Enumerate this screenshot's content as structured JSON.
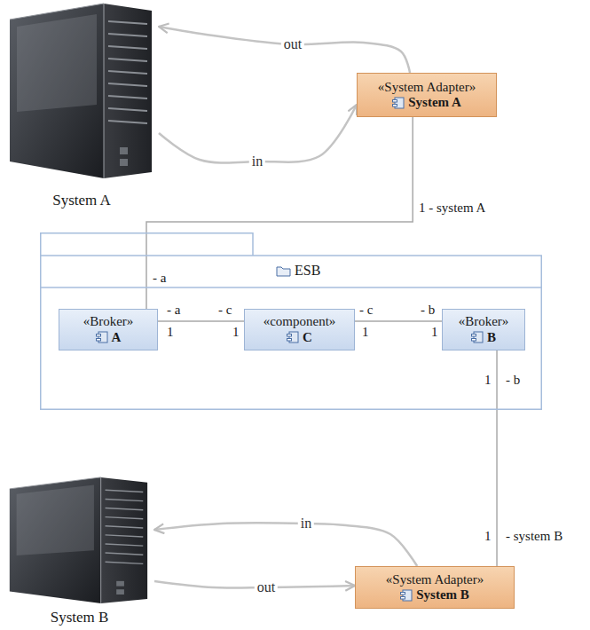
{
  "diagram": {
    "nodes": [
      {
        "text": [
          "System A"
        ]
      },
      {
        "text": [
          "«System Adapter»",
          "System A"
        ]
      },
      {
        "text": [
          "ESB"
        ]
      },
      {
        "text": [
          "«Broker»",
          "A"
        ],
        "in": 2
      },
      {
        "text": [
          "«component»",
          "C"
        ],
        "in": 2
      },
      {
        "text": [
          "«Broker»",
          "B"
        ],
        "in": 2
      },
      {
        "text": [
          "System B"
        ]
      },
      {
        "text": [
          "«System Adapter»",
          "System B"
        ]
      }
    ],
    "edges": [
      {
        "from": 1,
        "to": 0,
        "arrow": "to",
        "label": "out"
      },
      {
        "from": 0,
        "to": 1,
        "arrow": "to",
        "label": "in"
      },
      {
        "from": 1,
        "to": 3,
        "arrow": "none"
      },
      {
        "from": 3,
        "to": 4,
        "arrow": "none"
      },
      {
        "from": 4,
        "to": 5,
        "arrow": "none"
      },
      {
        "from": 5,
        "to": 7,
        "arrow": "none"
      },
      {
        "from": 7,
        "to": 6,
        "arrow": "to",
        "label": "in"
      },
      {
        "from": 6,
        "to": 7,
        "arrow": "to",
        "label": "out"
      }
    ],
    "labels": [
      "1 - system A",
      "- a",
      "- a",
      "- c",
      "- c",
      "- b",
      "1",
      "1",
      "1",
      "1",
      "1",
      "- b",
      "1",
      "- system B"
    ]
  }
}
